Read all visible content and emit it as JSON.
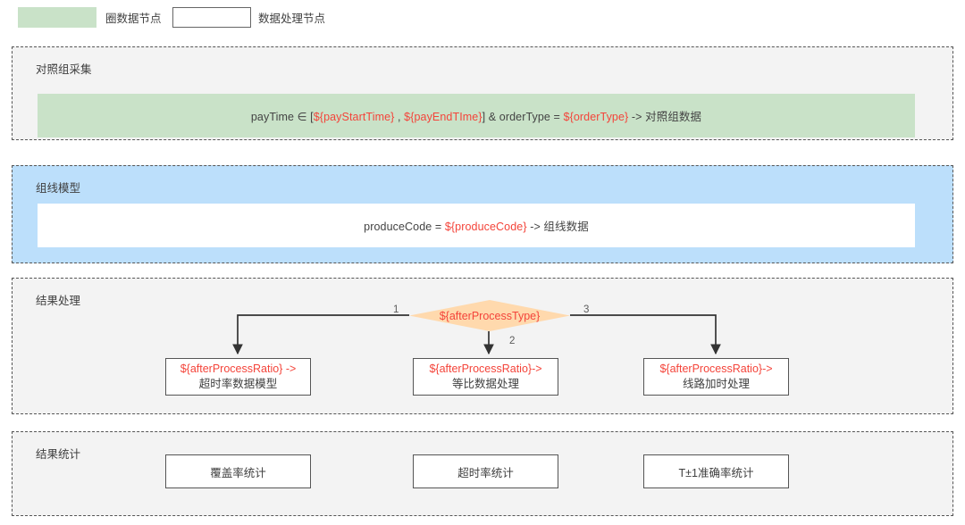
{
  "legend": {
    "green_swatch_color": "#c9e2c8",
    "green_label": "圈数据节点",
    "white_swatch_color": "#ffffff",
    "white_label": "数据处理节点"
  },
  "sections": {
    "control": {
      "title": "对照组采集",
      "background": "#f3f3f3",
      "node": {
        "type": "green",
        "text_parts": [
          {
            "t": "payTime ∈ [",
            "c": "plain"
          },
          {
            "t": "${payStartTime}",
            "c": "var"
          },
          {
            "t": " , ",
            "c": "plain"
          },
          {
            "t": "${payEndTIme}",
            "c": "var"
          },
          {
            "t": "] & orderType = ",
            "c": "plain"
          },
          {
            "t": "${orderType}",
            "c": "var"
          },
          {
            "t": " -> 对照组数据",
            "c": "plain"
          }
        ],
        "full_text": "payTime ∈ [${payStartTime} , ${payEndTIme}] & orderType = ${orderType} -> 对照组数据"
      }
    },
    "line_model": {
      "title": "组线模型",
      "background": "#bcdffb",
      "node": {
        "type": "white",
        "text_parts": [
          {
            "t": "produceCode = ",
            "c": "plain"
          },
          {
            "t": "${produceCode}",
            "c": "var"
          },
          {
            "t": " -> 组线数据",
            "c": "plain"
          }
        ],
        "full_text": "produceCode = ${produceCode} -> 组线数据"
      }
    },
    "result_process": {
      "title": "结果处理",
      "background": "#f3f3f3",
      "decision": {
        "label": "${afterProcessType}",
        "fill": "#ffd9ad",
        "text_color": "#f4443a"
      },
      "edge_labels": [
        "1",
        "2",
        "3"
      ],
      "boxes": [
        {
          "line1": "${afterProcessRatio} ->",
          "line2": "超时率数据模型"
        },
        {
          "line1": "${afterProcessRatio}->",
          "line2": "等比数据处理"
        },
        {
          "line1": "${afterProcessRatio}->",
          "line2": "线路加时处理"
        }
      ]
    },
    "result_stats": {
      "title": "结果统计",
      "background": "#f3f3f3",
      "boxes": [
        {
          "label": "覆盖率统计"
        },
        {
          "label": "超时率统计"
        },
        {
          "label": "T±1准确率统计"
        }
      ]
    }
  },
  "colors": {
    "variable_red": "#f4443a",
    "section_bg": "#f3f3f3",
    "blue_bg": "#bcdffb",
    "green_node": "#c9e2c8",
    "diamond": "#ffd9ad",
    "border": "#555555"
  }
}
